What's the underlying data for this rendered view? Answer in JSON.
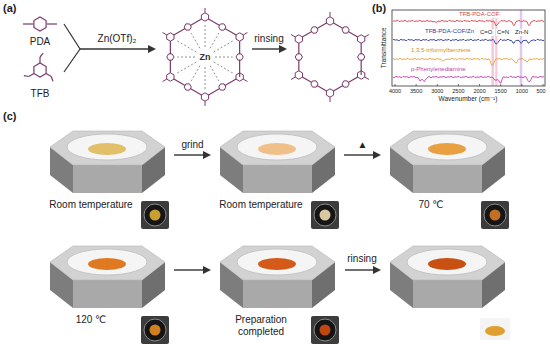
{
  "diagram": {
    "nodes": [
      {
        "text": [
          "Room temperature"
        ]
      },
      {
        "text": [
          "Room temperature"
        ]
      },
      {
        "text": [
          "70 ℃"
        ]
      },
      {
        "text": [
          "120 ℃"
        ]
      },
      {
        "text": [
          "Preparation completed"
        ]
      }
    ],
    "edges": [
      {
        "from": 0,
        "to": 1,
        "arrow": "to",
        "label": "grind"
      },
      {
        "from": 1,
        "to": 2,
        "arrow": "to",
        "label": "▲"
      },
      {
        "from": 3,
        "to": 4,
        "arrow": "to"
      }
    ],
    "labels": [
      "(a)",
      "PDA",
      "TFB",
      "Zn(OTf)₂",
      "Zn",
      "rinsing",
      "(b)",
      "TFB-PDA-COF",
      "TFB-PDA-COF/Zn",
      "1,3,5-triformylbenzene",
      "p-Phenylenediamine",
      "C=O",
      "C=N",
      "Zn-N",
      "Transmittance",
      "Wavenumber (cm⁻¹)",
      "4000",
      "3500",
      "3000",
      "2500",
      "2000",
      "1500",
      "1000",
      "500",
      "(c)",
      "rinsing"
    ]
  }
}
